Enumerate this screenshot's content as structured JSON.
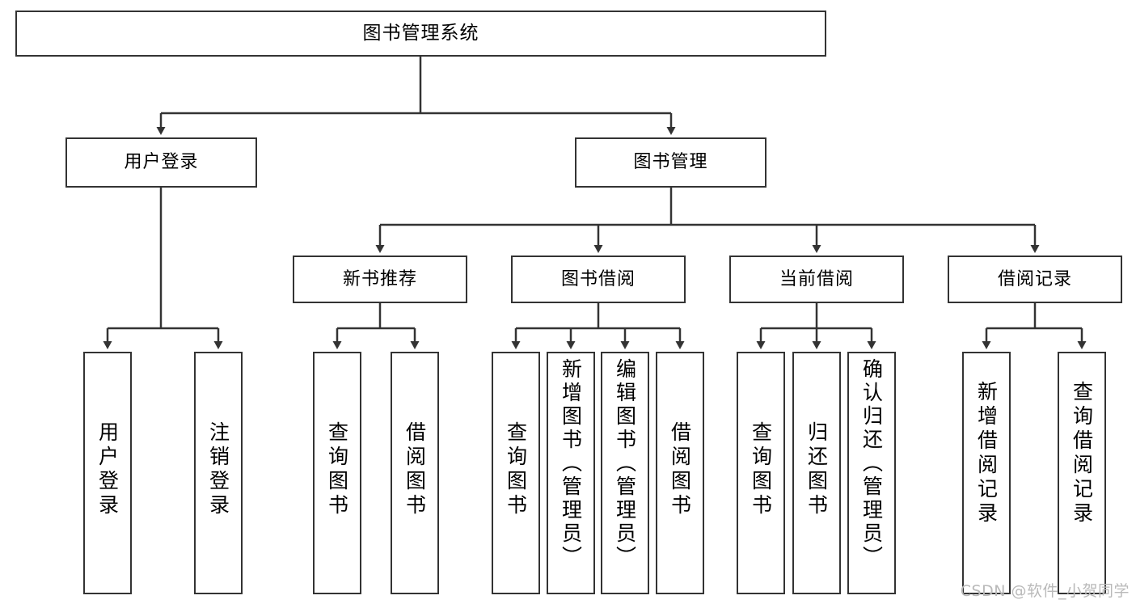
{
  "diagram": {
    "type": "tree",
    "title": "图书管理系统",
    "orientation": "top-down",
    "colors": {
      "box_border": "#333333",
      "box_fill": "#ffffff",
      "connector": "#333333",
      "text": "#000000",
      "watermark": "#b9b9b9",
      "background": "#ffffff"
    }
  },
  "root": {
    "label": "图书管理系统"
  },
  "level2": [
    {
      "label": "用户登录"
    },
    {
      "label": "图书管理"
    }
  ],
  "level3": [
    {
      "label": "新书推荐"
    },
    {
      "label": "图书借阅"
    },
    {
      "label": "当前借阅"
    },
    {
      "label": "借阅记录"
    }
  ],
  "leaves": {
    "user_login": [
      {
        "label": "用户登录"
      },
      {
        "label": "注销登录"
      }
    ],
    "new_book": [
      {
        "label": "查询图书"
      },
      {
        "label": "借阅图书"
      }
    ],
    "borrow": [
      {
        "label": "查询图书"
      },
      {
        "label": "新增图书（管理员）"
      },
      {
        "label": "编辑图书（管理员）"
      },
      {
        "label": "借阅图书"
      }
    ],
    "current": [
      {
        "label": "查询图书"
      },
      {
        "label": "归还图书"
      },
      {
        "label": "确认归还（管理员）"
      }
    ],
    "records": [
      {
        "label": "新增借阅记录"
      },
      {
        "label": "查询借阅记录"
      }
    ]
  },
  "watermark": {
    "text": "CSDN @软件_小贺同学"
  }
}
